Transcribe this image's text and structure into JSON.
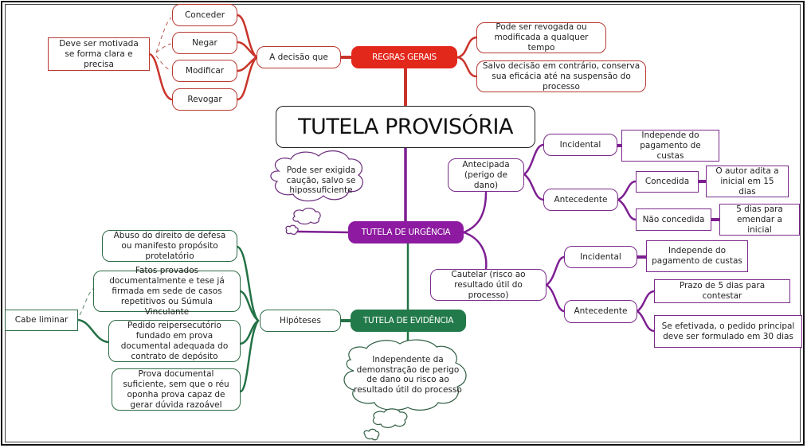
{
  "title": "TUTELA PROVISÓRIA",
  "colors": {
    "regras_gerais": "#e2271b",
    "urgencia": "#8d1aa0",
    "evidencia": "#227a4a"
  },
  "regras_gerais": {
    "label": "REGRAS GERAIS",
    "decisao": {
      "label": "A decisão que",
      "actions": [
        "Conceder",
        "Negar",
        "Modificar",
        "Revogar"
      ],
      "note": "Deve ser motivada se forma clara e precisa"
    },
    "right": [
      "Pode ser revogada ou modificada a qualquer tempo",
      "Salvo decisão em contrário, conserva sua eficácia até na suspensão do processo"
    ]
  },
  "urgencia": {
    "label": "TUTELA DE URGÊNCIA",
    "cloud": "Pode ser exigida caução, salvo se hipossuficiente",
    "antecipada": {
      "label": "Antecipada (perigo de dano)",
      "incidental": {
        "label": "Incidental",
        "note": "Independe do pagamento de custas"
      },
      "antecedente": {
        "label": "Antecedente",
        "concedida": {
          "label": "Concedida",
          "note": "O autor adita a inicial em 15 dias"
        },
        "nao_concedida": {
          "label": "Não concedida",
          "note": "5 dias para emendar a inicial"
        }
      }
    },
    "cautelar": {
      "label": "Cautelar (risco ao resultado útil do processo)",
      "incidental": {
        "label": "Incidental",
        "note": "Independe do pagamento de custas"
      },
      "antecedente": {
        "label": "Antecedente",
        "notes": [
          "Prazo de 5 dias para contestar",
          "Se efetivada, o pedido principal deve ser formulado em 30 dias"
        ]
      }
    }
  },
  "evidencia": {
    "label": "TUTELA DE EVIDÊNCIA",
    "cloud": "Independente da demonstração de perigo de dano ou risco ao resultado útil do processo",
    "hipoteses": {
      "label": "Hipóteses",
      "items": [
        "Abuso do direito de defesa ou manifesto propósito protelatório",
        "Fatos provados documentalmente e tese já firmada em sede de casos repetitivos ou Súmula Vinculante",
        "Pedido reipersecutório fundado em prova documental adequada do contrato de depósito",
        "Prova documental suficiente, sem que o réu oponha prova capaz de gerar dúvida razoável"
      ],
      "note": "Cabe liminar"
    }
  }
}
